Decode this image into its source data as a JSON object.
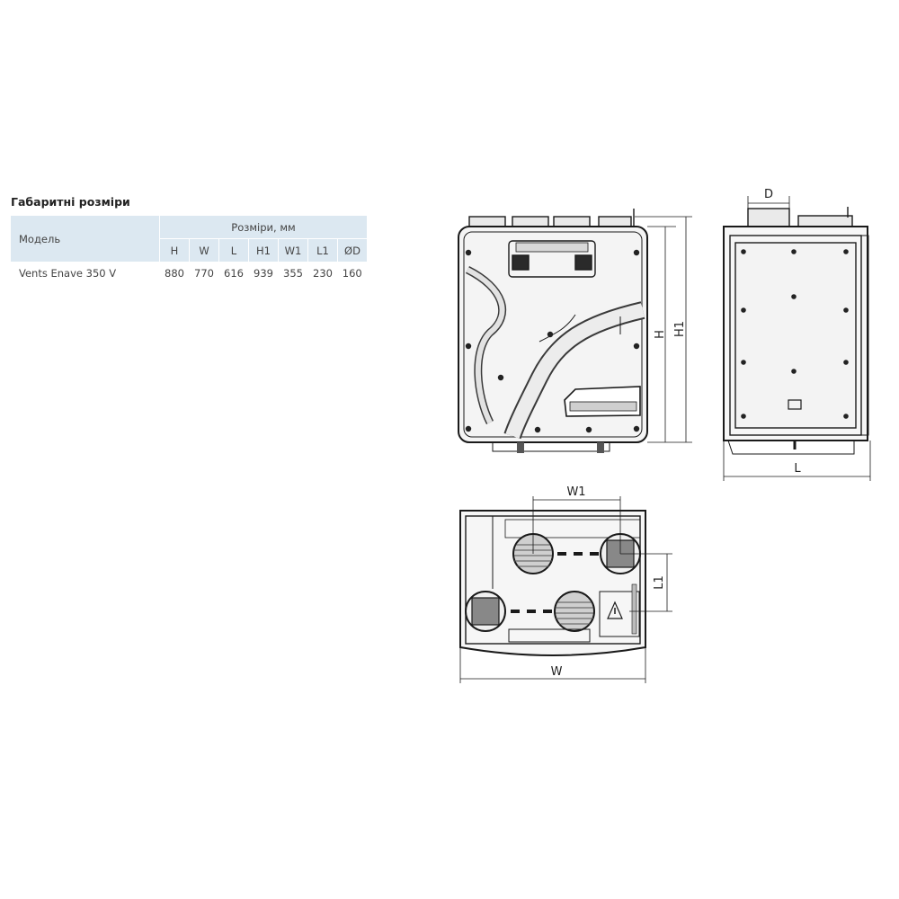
{
  "title": "Габаритні розміри",
  "table": {
    "model_header": "Модель",
    "group_header": "Розміри, мм",
    "columns": [
      "H",
      "W",
      "L",
      "H1",
      "W1",
      "L1",
      "ØD"
    ],
    "rows": [
      {
        "model": "Vents Enave 350 V",
        "values": [
          "880",
          "770",
          "616",
          "939",
          "355",
          "230",
          "160"
        ]
      }
    ]
  },
  "dimension_labels": {
    "H": "H",
    "H1": "H1",
    "D": "D",
    "L": "L",
    "W1": "W1",
    "L1": "L1",
    "W": "W"
  }
}
